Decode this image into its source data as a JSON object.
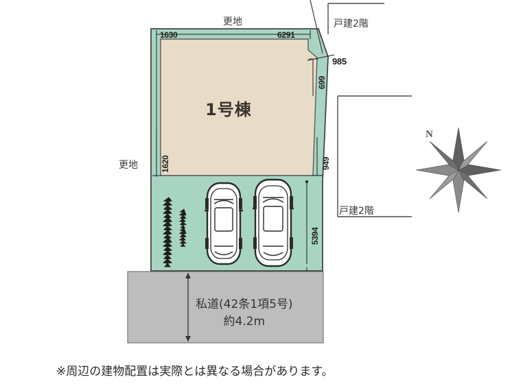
{
  "figure": {
    "type": "site-plan",
    "title_building": "1号棟",
    "colors": {
      "lot_fill": "#a8d5c2",
      "lot_stroke": "#4a4a4a",
      "building_fill": "#e8dcc8",
      "building_stroke": "#5a5a5a",
      "road_fill": "#bdbdbd",
      "road_stroke": "#6a6a6a",
      "dimension_line": "#1e1e1e",
      "text": "#2f2f2f"
    }
  },
  "labels": {
    "vacant_top": "更地",
    "vacant_left": "更地",
    "neighbor_top_right": "戸建2階",
    "neighbor_right": "戸建2階",
    "building_1": "1号棟"
  },
  "dimensions": {
    "top_left": "1630",
    "top_right": "6291",
    "diagonal_top_right": "985",
    "right_upper": "699",
    "right_middle": "949",
    "right_lower": "5394",
    "left_middle": "1620"
  },
  "road": {
    "line1": "私道(42条1項5号)",
    "line2": "約4.2m"
  },
  "compass": {
    "north_label": "N"
  },
  "footnote": {
    "text": "※周辺の建物配置は実際とは異なる場合があります。"
  },
  "icons": {
    "compass_rose": "compass-rose-icon",
    "car_left": "car-top-view-icon",
    "car_right": "car-top-view-icon",
    "plant_group": "plant-symbol-icon"
  }
}
